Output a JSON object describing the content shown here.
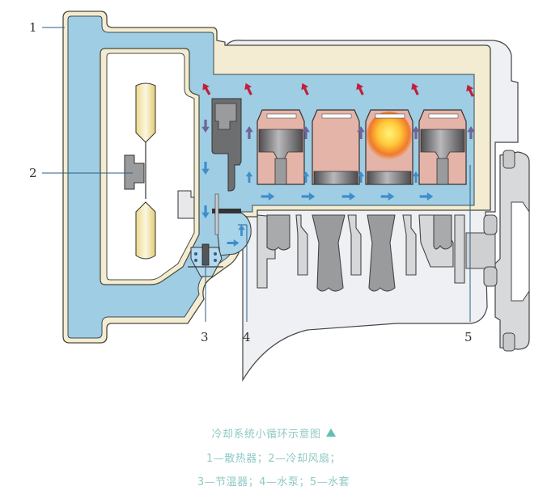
{
  "diagram": {
    "title": "冷却系统小循环示意图",
    "callouts": [
      {
        "num": "1",
        "label": "散热器"
      },
      {
        "num": "2",
        "label": "冷却风扇"
      },
      {
        "num": "3",
        "label": "节温器"
      },
      {
        "num": "4",
        "label": "水泵"
      },
      {
        "num": "5",
        "label": "水套"
      }
    ],
    "colors": {
      "coolant": "#9fcde3",
      "radiator_frame": "#f3ecd2",
      "engine_block": "#eef0f3",
      "cylinder": "#e5b4a9",
      "piston": "#6e6e70",
      "hot_arrow": "#c0203a",
      "cool_arrow": "#3e8ecb",
      "mid_arrow": "#6c6598",
      "caption": "#8fc9c4"
    }
  },
  "caption": {
    "title": "冷却系统小循环示意图",
    "line1": "1—散热器；2—冷却风扇；",
    "line2": "3—节温器；4—水泵；5—水套"
  }
}
